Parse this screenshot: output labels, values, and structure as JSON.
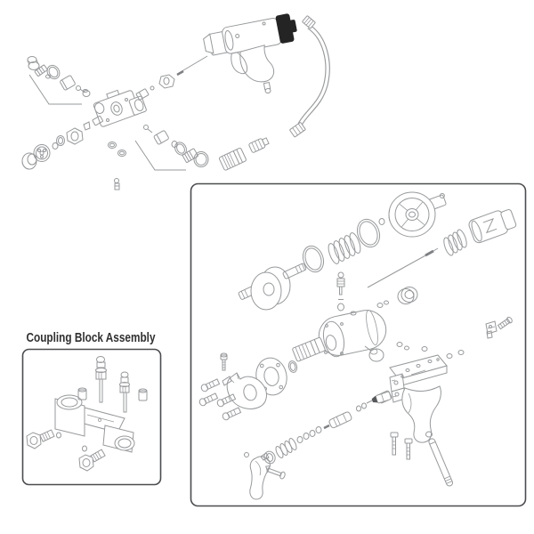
{
  "page": {
    "background": "#ffffff"
  },
  "colors": {
    "line_art": "#97999b",
    "dark_fill": "#242424",
    "box_border": "#4b4c4f",
    "title_text": "#303030"
  },
  "coupling_panel": {
    "title": "Coupling Block Assembly"
  },
  "drawings": {
    "top_left": "coupling-block-exploded-view",
    "top_right_tool": "rivet-gun-drawing",
    "top_right_hose": "air-hose-with-fittings",
    "left_panel": "coupling-block-assembly-drawing",
    "right_panel": "gun-exploded-parts-view"
  }
}
